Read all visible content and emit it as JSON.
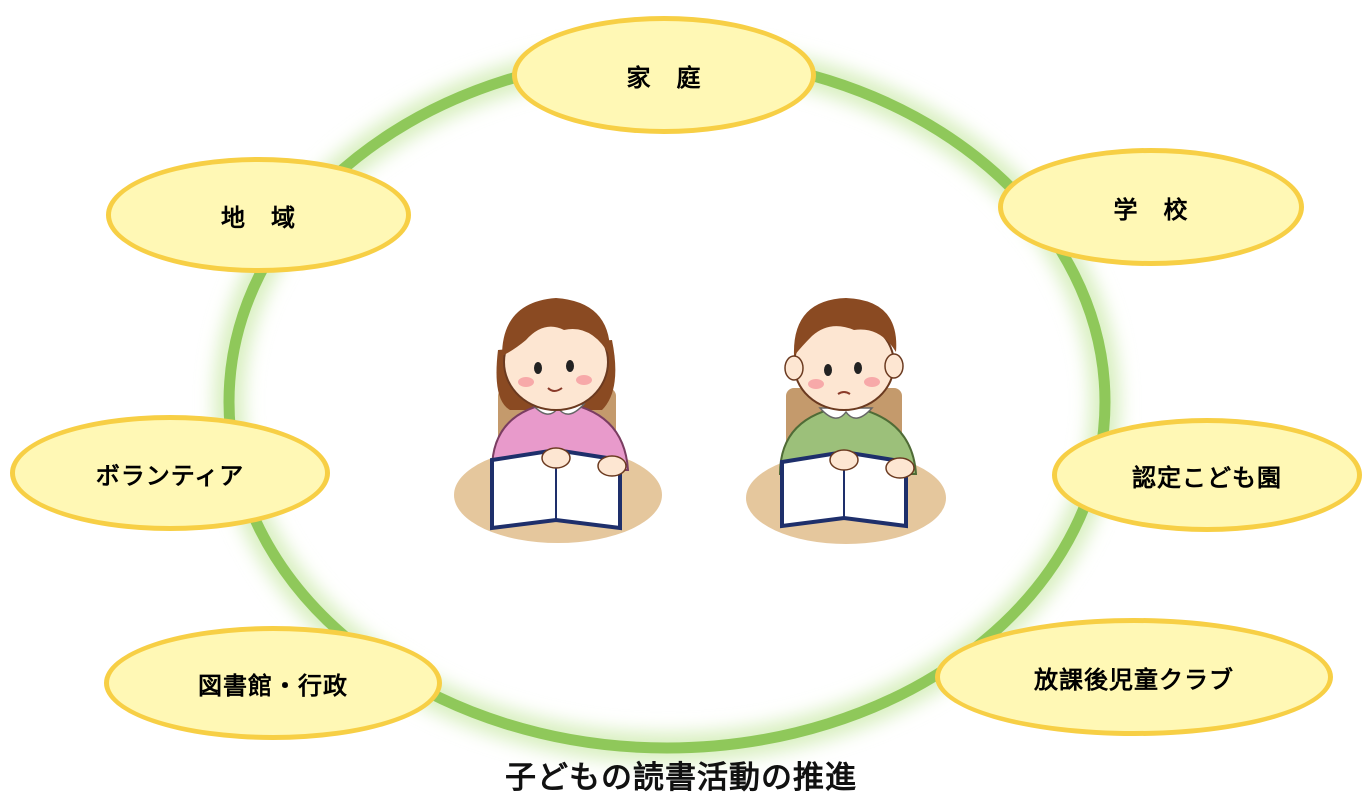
{
  "colors": {
    "ring": "#8fc85a",
    "ring_glow": "#d8efbf",
    "node_fill": "#fff8b5",
    "node_border": "#f7cf45",
    "girl_sweater": "#e89acb",
    "boy_sweater": "#9cc07a",
    "hair": "#8a4a22",
    "desk": "#e5c79d"
  },
  "nodes": {
    "home": "家　庭",
    "school": "学　校",
    "community": "地　域",
    "volunteer": "ボランティア",
    "kindergarten": "認定こども園",
    "library": "図書館・行政",
    "afterschool": "放課後児童クラブ"
  },
  "caption": "子どもの読書活動の推進",
  "illustrations": {
    "left": "girl-reading",
    "right": "boy-reading"
  }
}
